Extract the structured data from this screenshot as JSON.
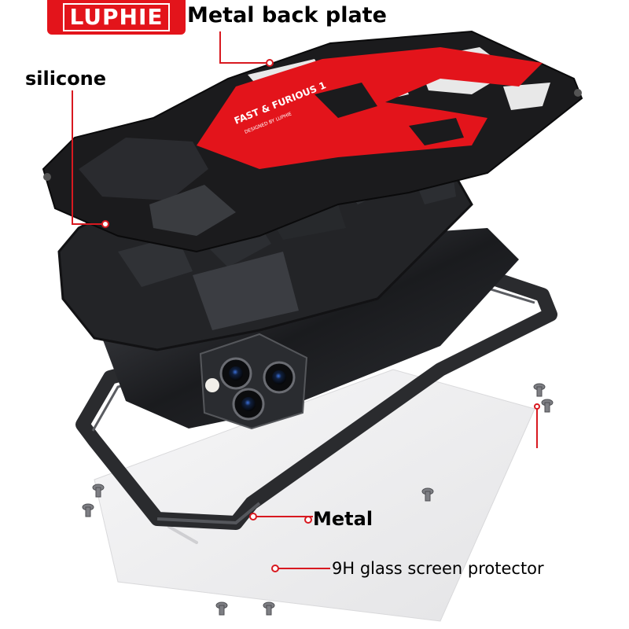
{
  "brand": {
    "logo_text": "LUPHIE"
  },
  "annotations": {
    "metal_back_plate": "Metal back plate",
    "silicone": "silicone",
    "metal": "Metal",
    "glass": "9H glass screen protector"
  },
  "plate_print": {
    "line1": "FAST & FURIOUS 1",
    "line2": "DESIGNED BY LUPHIE"
  },
  "colors": {
    "brand_red": "#e3141b",
    "plate_black": "#1b1b1d",
    "silicone_black": "#202123",
    "glass_tint": "#eeeeef",
    "pointer_red": "#d81920"
  }
}
